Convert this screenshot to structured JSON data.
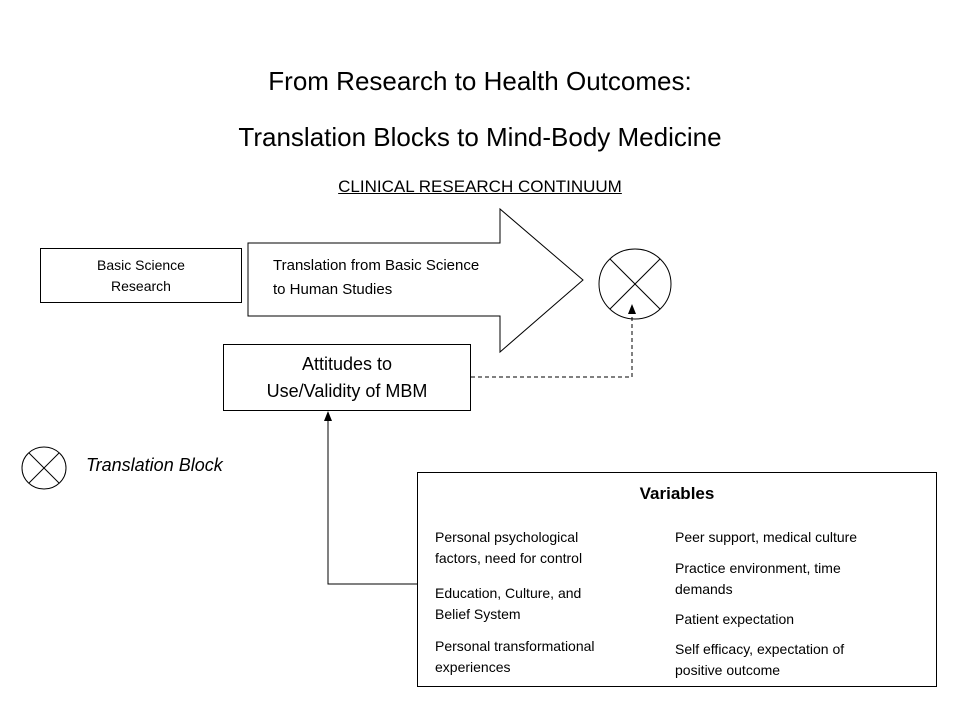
{
  "title": {
    "line1": "From Research to Health Outcomes:",
    "line2": "Translation Blocks to Mind-Body Medicine",
    "continuum": "CLINICAL RESEARCH CONTINUUM"
  },
  "basic_science": {
    "line1": "Basic Science",
    "line2": "Research"
  },
  "translation_arrow": {
    "line1": "Translation from Basic Science",
    "line2": "to Human Studies"
  },
  "attitudes": {
    "line1": "Attitudes to",
    "line2": "Use/Validity of MBM"
  },
  "legend": {
    "label": "Translation Block",
    "icon": "translation-block-icon"
  },
  "variables": {
    "title": "Variables",
    "left": [
      {
        "line1": "Personal psychological",
        "line2": "factors, need for control"
      },
      {
        "line1": "Education, Culture, and",
        "line2": "Belief System"
      },
      {
        "line1": "Personal transformational",
        "line2": "experiences"
      }
    ],
    "right": [
      {
        "line1": "Peer support, medical culture",
        "line2": ""
      },
      {
        "line1": "Practice environment, time",
        "line2": "demands"
      },
      {
        "line1": "Patient expectation",
        "line2": ""
      },
      {
        "line1": "Self efficacy, expectation of",
        "line2": "positive outcome"
      }
    ]
  },
  "colors": {
    "ink": "#000000",
    "background": "#ffffff"
  }
}
